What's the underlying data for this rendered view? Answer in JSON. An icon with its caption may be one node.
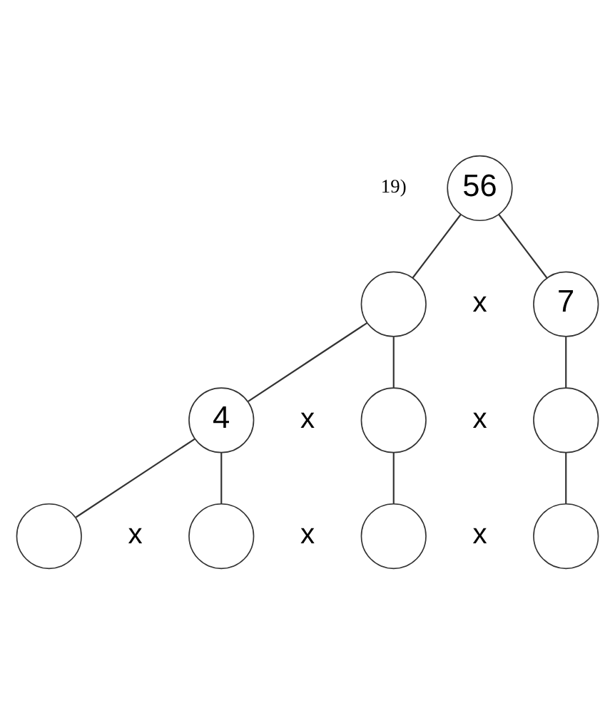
{
  "diagram": {
    "nodes": [
      {
        "text": [
          "56"
        ]
      },
      {
        "text": [],
        "shape": "circle"
      },
      {
        "text": [
          "7"
        ]
      },
      {
        "text": [
          "4"
        ]
      },
      {
        "text": [],
        "shape": "circle"
      },
      {
        "text": [],
        "shape": "circle"
      },
      {
        "text": [],
        "shape": "circle"
      },
      {
        "text": [],
        "shape": "circle"
      },
      {
        "text": [],
        "shape": "circle"
      },
      {
        "text": [],
        "shape": "circle"
      }
    ],
    "edges": [
      {
        "from": 0,
        "to": 1,
        "arrow": "none"
      },
      {
        "from": 0,
        "to": 2,
        "arrow": "none"
      },
      {
        "from": 1,
        "to": 3,
        "arrow": "none"
      },
      {
        "from": 1,
        "to": 4,
        "arrow": "none"
      },
      {
        "from": 2,
        "to": 5,
        "arrow": "none"
      },
      {
        "from": 3,
        "to": 6,
        "arrow": "none"
      },
      {
        "from": 3,
        "to": 7,
        "arrow": "none"
      },
      {
        "from": 4,
        "to": 8,
        "arrow": "none"
      },
      {
        "from": 5,
        "to": 9,
        "arrow": "none"
      }
    ],
    "labels": [
      "19)",
      "x",
      "x",
      "x",
      "x",
      "x",
      "x"
    ]
  }
}
